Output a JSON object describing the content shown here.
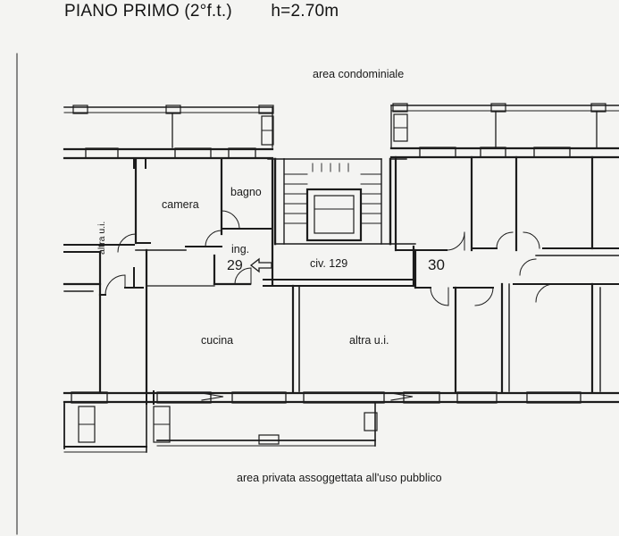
{
  "header": {
    "floor_title": "PIANO PRIMO (2°f.t.)",
    "height_label": "h=2.70m"
  },
  "labels": {
    "area_condominiale": "area condominiale",
    "area_privata": "area privata assoggettata all'uso pubblico",
    "camera": "camera",
    "bagno": "bagno",
    "ingresso": "ing.",
    "unit_29": "29",
    "civico": "civ. 129",
    "unit_30": "30",
    "cucina": "cucina",
    "altra_ui": "altra u.i.",
    "altra_ui_vertical": "altra u.i."
  },
  "colors": {
    "wall": "#1c1c1c",
    "background": "#f4f4f2"
  }
}
